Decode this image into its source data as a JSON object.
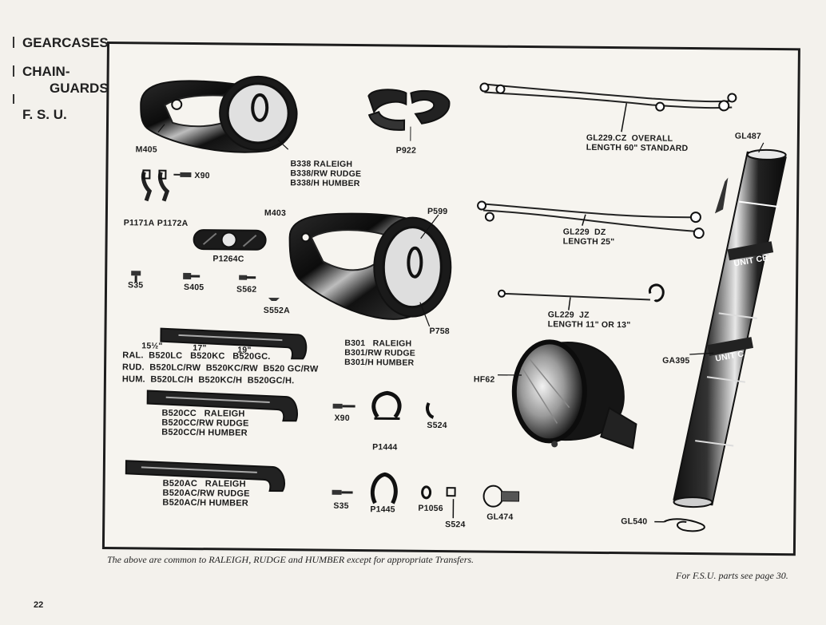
{
  "headings": [
    "GEARCASES",
    "CHAIN-",
    "GUARDS",
    "F. S. U."
  ],
  "parts": {
    "m405": "M405",
    "b338": "B338 RALEIGH\nB338/RW RUDGE\nB338/H HUMBER",
    "x90_top": "X90",
    "p1171a": "P1171A",
    "p1172a": "P1172A",
    "p922": "P922",
    "p1264c": "P1264C",
    "s35_top": "S35",
    "s405": "S405",
    "s562": "S562",
    "s552a": "S552A",
    "m403": "M403",
    "p599": "P599",
    "p758": "P758",
    "b301": "B301   RALEIGH\nB301/RW RUDGE\nB301/H HUMBER",
    "gl229cz": "GL229.CZ  OVERALL\nLENGTH 60\" STANDARD",
    "gl487": "GL487",
    "gl229dz": "GL229  DZ\nLENGTH 25\"",
    "gl229jz": "GL229  JZ\nLENGTH 11\" OR 13\"",
    "ga395": "GA395",
    "hf62": "HF62",
    "gl540": "GL540",
    "gl474": "GL474",
    "s524_mid": "S524",
    "s524_low": "S524",
    "p1056": "P1056",
    "p1445": "P1445",
    "p1444": "P1444",
    "x90_mid": "X90",
    "s35_low": "S35",
    "unit1": "UNIT CE",
    "unit2": "UNIT C"
  },
  "chainguard_sizes": {
    "s1": "15½\"",
    "s2": "17\"",
    "s3": "19\""
  },
  "chainguard_table": [
    "RAL.  B520LC   B520KC   B520GC.",
    "RUD.  B520LC/RW  B520KC/RW  B520 GC/RW",
    "HUM.  B520LC/H  B520KC/H  B520GC/H."
  ],
  "b520cc": "B520CC   RALEIGH\nB520CC/RW RUDGE\nB520CC/H HUMBER",
  "b520ac": "B520AC   RALEIGH\nB520AC/RW RUDGE\nB520AC/H HUMBER",
  "caption_left": "The above are common to RALEIGH, RUDGE and HUMBER except for appropriate Transfers.",
  "caption_right": "For F.S.U. parts see page 30.",
  "page_number": "22"
}
